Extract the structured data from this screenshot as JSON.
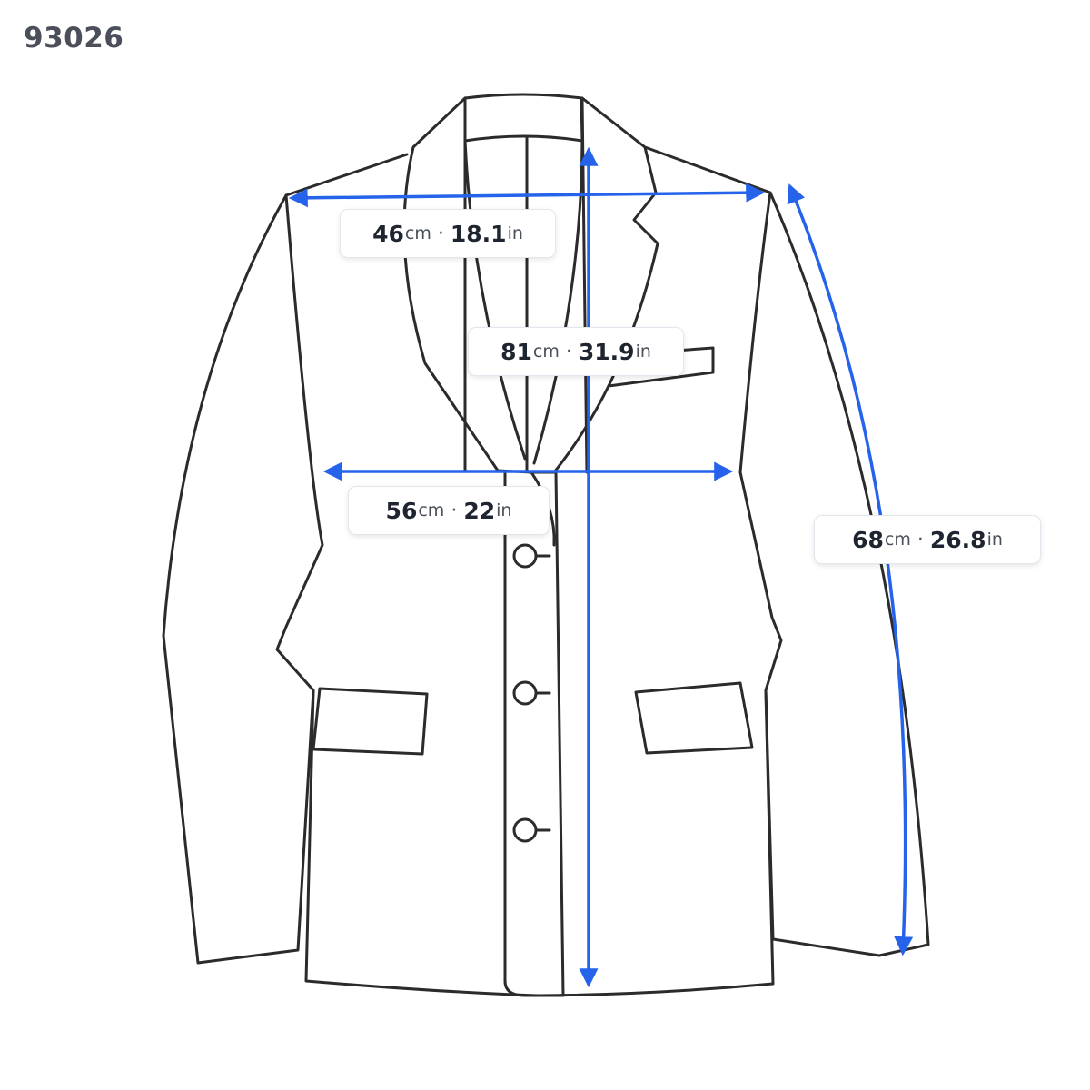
{
  "product_id": "93026",
  "measurements": {
    "shoulder": {
      "cm": "46",
      "cm_unit": "cm",
      "sep": "·",
      "inch": "18.1",
      "inch_unit": "in"
    },
    "length": {
      "cm": "81",
      "cm_unit": "cm",
      "sep": "·",
      "inch": "31.9",
      "inch_unit": "in"
    },
    "chest": {
      "cm": "56",
      "cm_unit": "cm",
      "sep": "·",
      "inch": "22",
      "inch_unit": "in"
    },
    "sleeve": {
      "cm": "68",
      "cm_unit": "cm",
      "sep": "·",
      "inch": "26.8",
      "inch_unit": "in"
    }
  },
  "colors": {
    "outline": "#2b2b2b",
    "measure_line": "#2563eb",
    "label_text": "#1f2530",
    "unit_text": "#4a4f5a"
  }
}
